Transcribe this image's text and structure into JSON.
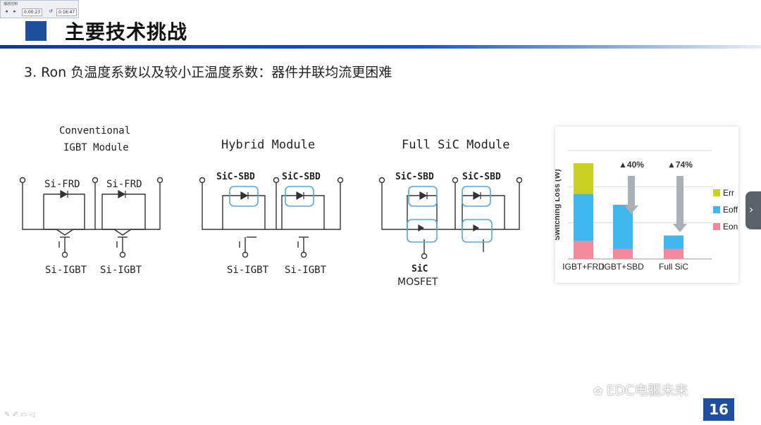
{
  "player": {
    "title": "播放控制",
    "current_time": "0:00:23",
    "total_time": "0:16:47",
    "buttons": [
      "prev-icon",
      "next-icon",
      "replay-icon"
    ]
  },
  "header": {
    "title": "主要技术挑战",
    "subtitle": "3. Ron 负温度系数以及较小正温度系数：器件并联均流更困难",
    "accent_color": "#1e4f9c"
  },
  "diagrams": {
    "conventional": {
      "title_line1": "Conventional",
      "title_line2": "IGBT Module",
      "diode_left": "Si-FRD",
      "diode_right": "Si-FRD",
      "switch_left": "Si-IGBT",
      "switch_right": "Si-IGBT"
    },
    "hybrid": {
      "title": "Hybrid Module",
      "diode_left": "SiC-SBD",
      "diode_right": "SiC-SBD",
      "switch_left": "Si-IGBT",
      "switch_right": "Si-IGBT"
    },
    "full_sic": {
      "title": "Full SiC Module",
      "diode_left": "SiC-SBD",
      "diode_right": "SiC-SBD",
      "switch_line1": "SiC",
      "switch_line2": "MOSFET"
    }
  },
  "chart_data": {
    "type": "bar",
    "stacked": true,
    "ylabel": "Switching Loss (W)",
    "categories": [
      "IGBT+FRD",
      "IGBT+SBD",
      "Full SiC"
    ],
    "series": [
      {
        "name": "Eon",
        "color": "#f08a96",
        "values": [
          1.0,
          0.55,
          0.55
        ]
      },
      {
        "name": "Eoff",
        "color": "#3fb8f0",
        "values": [
          2.6,
          2.45,
          0.75
        ]
      },
      {
        "name": "Err",
        "color": "#c8d021",
        "values": [
          1.7,
          0,
          0
        ]
      }
    ],
    "ylim": [
      0,
      6
    ],
    "grid": true,
    "legend_position": "right",
    "annotations": [
      "▲40%",
      "▲74%"
    ]
  },
  "footer": {
    "watermark": "EDC电驱未来",
    "page_number": "16"
  },
  "nav": {
    "next_icon": "chevron-right-icon"
  }
}
